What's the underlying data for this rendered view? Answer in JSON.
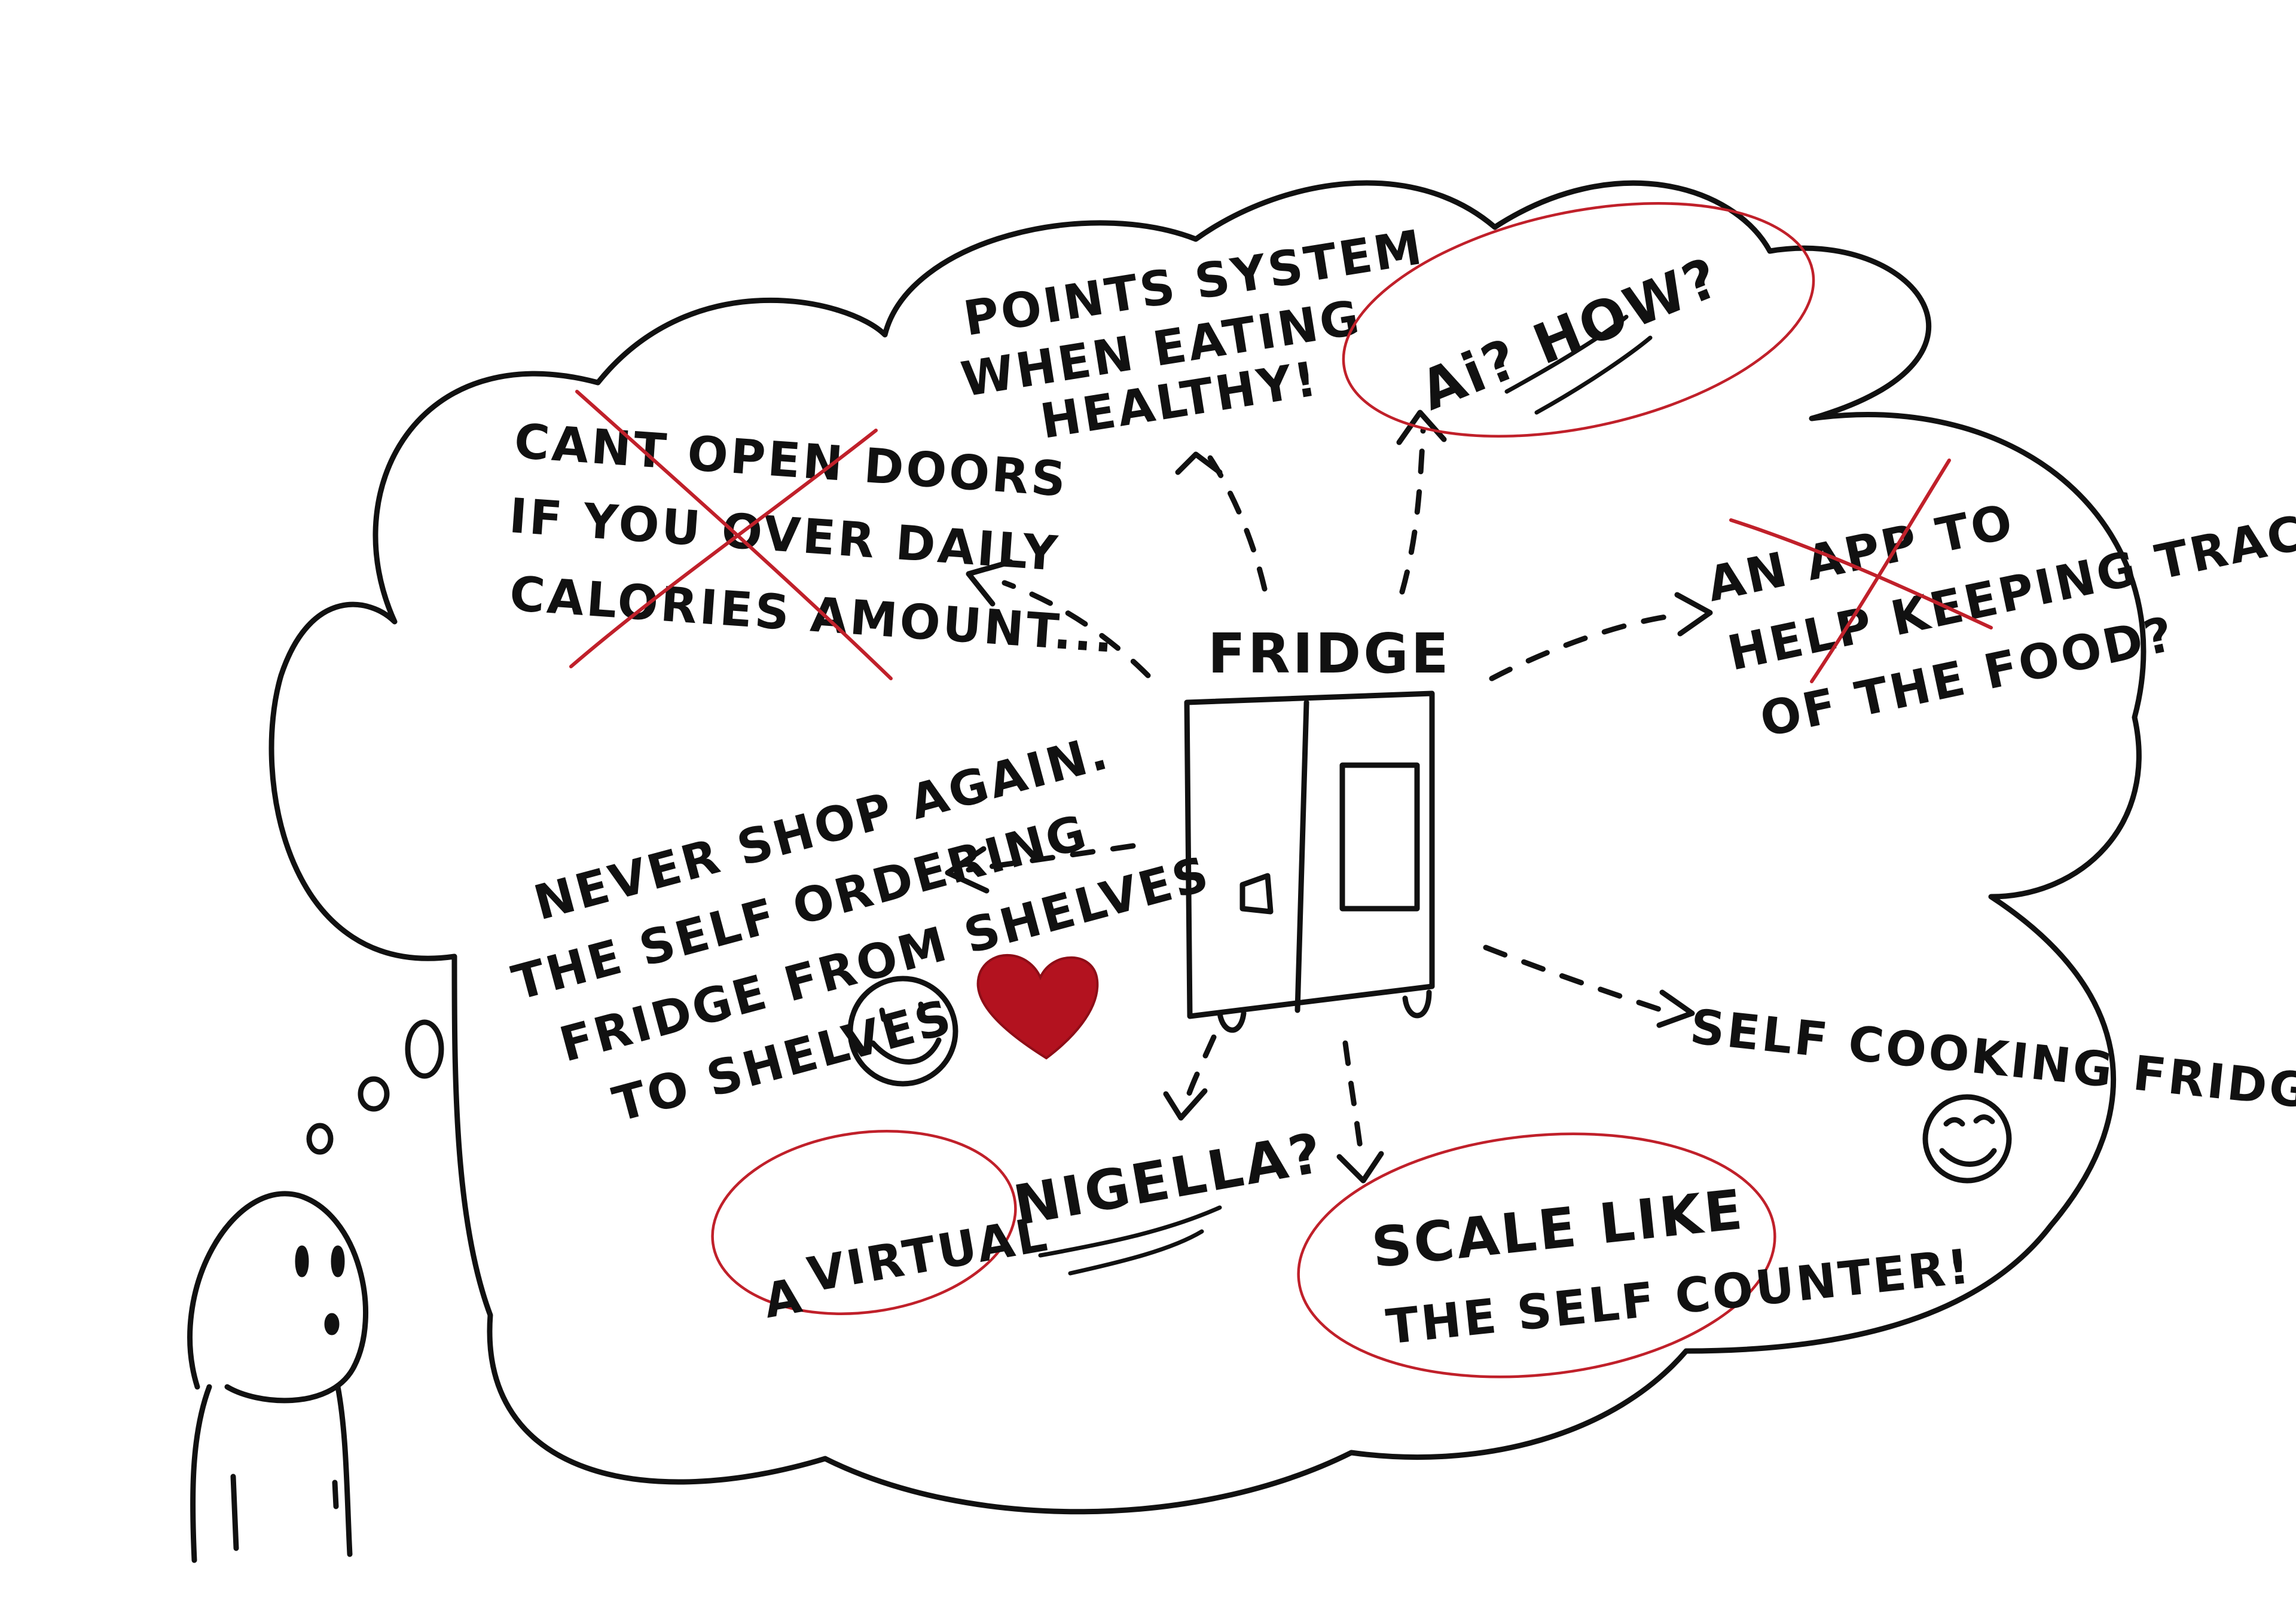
{
  "center_label": "FRIDGE",
  "ideas": {
    "points": [
      "POINTS SYSTEM",
      "WHEN EATING",
      "HEALTHY!"
    ],
    "ai": "Ai? HOW?",
    "doors": [
      "CANT OPEN DOORS",
      "IF YOU OVER DAILY",
      "CALORIES AMOUNT..."
    ],
    "app": [
      "AN APP TO",
      "HELP KEEPING TRACK",
      "OF THE FOOD?"
    ],
    "shop": [
      "NEVER SHOP AGAIN.",
      "THE SELF ORDERING",
      "FRIDGE FROM SHELVES",
      "TO SHELVES"
    ],
    "cooking": "SELF COOKING FRIDGE!",
    "nigella": [
      "A",
      "VIRTUAL",
      "NIGELLA?"
    ],
    "scale": [
      "SCALE LIKE",
      "THE SELF COUNTER!"
    ]
  },
  "colors": {
    "ink": "#111111",
    "accent": "#c0202a"
  },
  "icons": [
    "smiley-icon",
    "heart-icon",
    "wink-smiley-icon",
    "fridge-icon",
    "thinking-person-icon",
    "thought-bubble-icon"
  ]
}
